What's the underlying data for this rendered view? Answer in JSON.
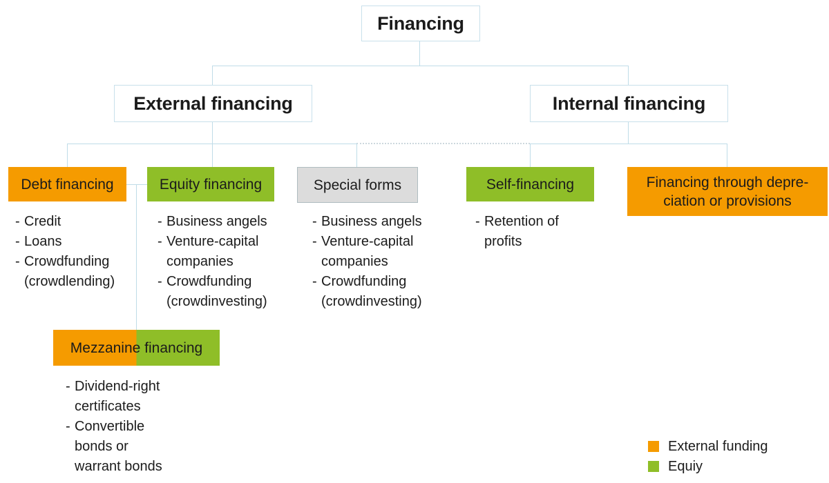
{
  "palette": {
    "orange": "#f59b00",
    "green": "#8fbe28",
    "gray_fill": "#dcdcdc",
    "gray_border": "#aebcc0",
    "line_blue": "#bfdce8",
    "dot_gray": "#ccd7dd",
    "box_border": "#c8e0eb",
    "text": "#1b1b1b"
  },
  "bullet": "-",
  "root": {
    "label": "Financing"
  },
  "branches": {
    "external": {
      "label": "External financing"
    },
    "internal": {
      "label": "Internal financing"
    }
  },
  "nodes": {
    "debt": {
      "label": "Debt financing",
      "color_key": "orange",
      "items": [
        "Credit",
        "Loans",
        "Crowdfunding (crowdlending)"
      ]
    },
    "equity": {
      "label": "Equity financing",
      "color_key": "green",
      "items": [
        "Business angels",
        "Venture-capital companies",
        "Crowdfunding (crowdinvesting)"
      ]
    },
    "special": {
      "label": "Special forms",
      "color_key": "gray",
      "items": [
        "Business angels",
        "Venture-capital companies",
        "Crowdfunding (crowdinvesting)"
      ]
    },
    "self": {
      "label": "Self-financing",
      "color_key": "green",
      "items": [
        "Retention of profits"
      ]
    },
    "depreciation": {
      "label": "Financing through depre-\nciation or provisions",
      "color_key": "orange",
      "items": []
    },
    "mezzanine": {
      "label": "Mezzanine financing",
      "color_key": "orange-green-split",
      "items": [
        "Dividend-right certificates",
        "Convertible bonds or warrant bonds"
      ]
    }
  },
  "legend": {
    "items": [
      {
        "color": "#f59b00",
        "label": "External funding"
      },
      {
        "color": "#8fbe28",
        "label": "Equiy"
      }
    ]
  }
}
